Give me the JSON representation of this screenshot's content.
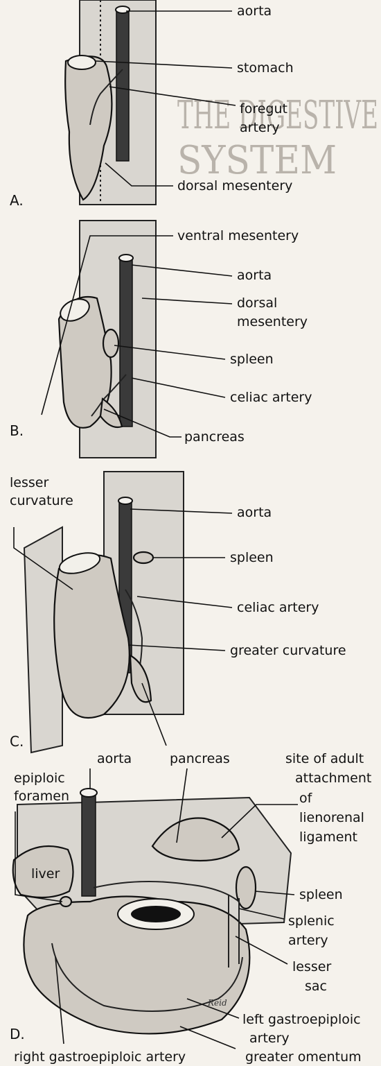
{
  "panels": [
    {
      "letter": "A.",
      "labels": [
        "aorta",
        "stomach",
        "foregut",
        "artery",
        "dorsal mesentery"
      ]
    },
    {
      "letter": "B.",
      "labels": [
        "ventral mesentery",
        "aorta",
        "dorsal",
        "mesentery",
        "spleen",
        "celiac artery",
        "pancreas"
      ]
    },
    {
      "letter": "C.",
      "labels": [
        "lesser",
        "curvature",
        "aorta",
        "spleen",
        "celiac artery",
        "greater curvature"
      ]
    },
    {
      "letter": "D.",
      "labels": [
        "aorta",
        "pancreas",
        "site of adult",
        "attachment",
        "of",
        "lienorenal",
        "ligament",
        "epiploic",
        "foramen",
        "liver",
        "spleen",
        "splenic",
        "artery",
        "lesser",
        "sac",
        "left gastroepiploic",
        "artery",
        "right gastroepiploic artery",
        "greater omentum"
      ]
    }
  ],
  "bleed_through_text": [
    "THE DIGESTIVE",
    "SYSTEM"
  ],
  "signature": "Reid"
}
